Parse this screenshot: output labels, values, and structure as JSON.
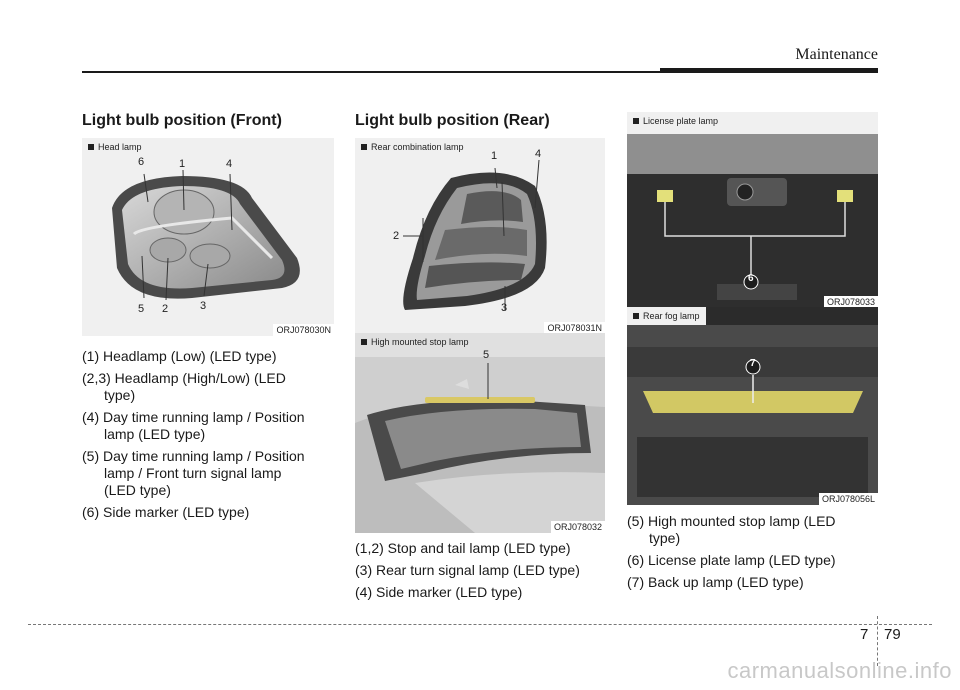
{
  "header": {
    "section": "Maintenance"
  },
  "front": {
    "title": "Light bulb position (Front)",
    "caption": "Head lamp",
    "code": "ORJ078030N",
    "callouts": [
      "6",
      "1",
      "4",
      "5",
      "2",
      "3"
    ],
    "items": [
      [
        "(1) Headlamp (Low) (LED type)"
      ],
      [
        "(2,3) Headlamp  (High/Low)  (LED",
        "type)"
      ],
      [
        "(4) Day time running lamp / Position",
        "lamp (LED type)"
      ],
      [
        "(5) Day time running lamp / Position",
        "lamp  /  Front  turn  signal  lamp",
        "(LED type)"
      ],
      [
        "(6) Side marker (LED type)"
      ]
    ]
  },
  "rear": {
    "title": "Light bulb position (Rear)",
    "combo_caption": "Rear combination lamp",
    "combo_code": "ORJ078031N",
    "combo_callouts": [
      "1",
      "4",
      "2",
      "3"
    ],
    "stop_caption": "High mounted stop lamp",
    "stop_code": "ORJ078032",
    "stop_callouts": [
      "5"
    ],
    "items": [
      "(1,2) Stop and tail lamp (LED type)",
      "(3) Rear turn signal lamp (LED type)",
      "(4) Side marker (LED type)"
    ]
  },
  "right": {
    "plate_caption": "License plate lamp",
    "plate_code": "ORJ078033",
    "plate_callout": "6",
    "fog_caption": "Rear fog lamp",
    "fog_code": "ORJ078056L",
    "fog_callout": "7",
    "items": [
      [
        "(5) High  mounted  stop  lamp  (LED",
        "type)"
      ],
      [
        "(6) License plate lamp (LED type)"
      ],
      [
        "(7) Back up lamp (LED type)"
      ]
    ]
  },
  "footer": {
    "chapter": "7",
    "page": "79",
    "watermark": "carmanualsonline.info"
  }
}
